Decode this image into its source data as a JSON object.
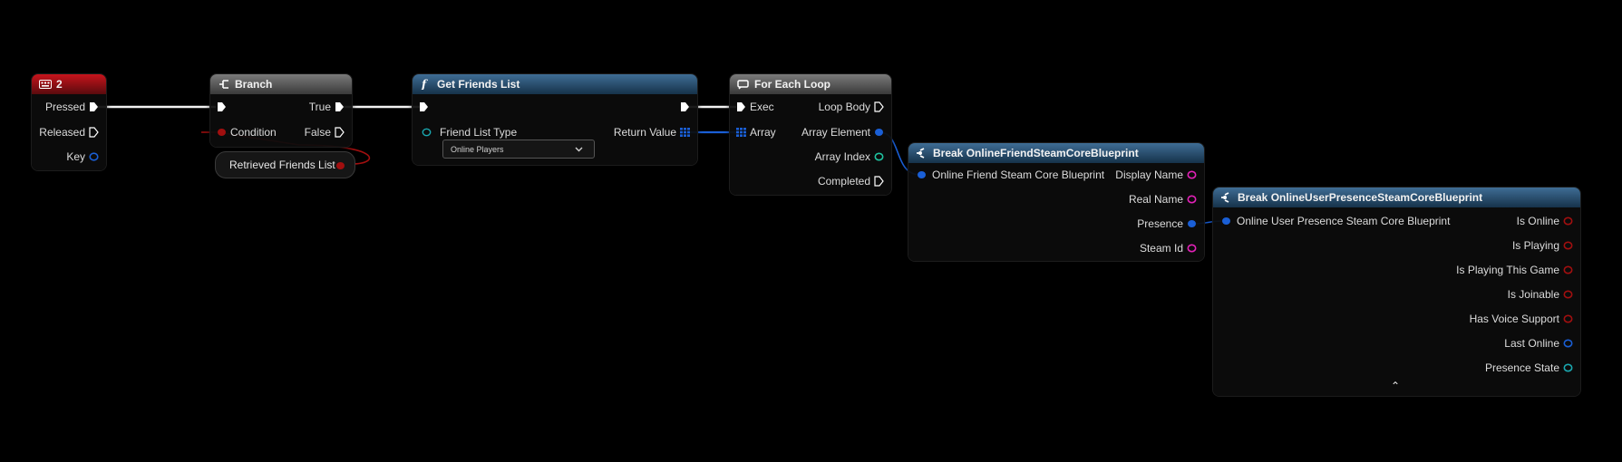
{
  "nodes": {
    "key_event": {
      "title": "2",
      "pins": {
        "pressed": "Pressed",
        "released": "Released",
        "key": "Key"
      }
    },
    "branch": {
      "title": "Branch",
      "pins": {
        "condition": "Condition",
        "true": "True",
        "false": "False"
      }
    },
    "retrieved_var": {
      "label": "Retrieved Friends List"
    },
    "get_friends": {
      "title": "Get Friends List",
      "friend_list_type": "Friend List Type",
      "dropdown_value": "Online Players",
      "return_value": "Return Value"
    },
    "for_each": {
      "title": "For Each Loop",
      "pins": {
        "exec": "Exec",
        "array": "Array",
        "loop_body": "Loop Body",
        "array_element": "Array Element",
        "array_index": "Array Index",
        "completed": "Completed"
      }
    },
    "break_friend": {
      "title": "Break OnlineFriendSteamCoreBlueprint",
      "input": "Online Friend Steam Core Blueprint",
      "pins": {
        "display_name": "Display Name",
        "real_name": "Real Name",
        "presence": "Presence",
        "steam_id": "Steam Id"
      }
    },
    "break_presence": {
      "title": "Break OnlineUserPresenceSteamCoreBlueprint",
      "input": "Online User Presence Steam Core Blueprint",
      "pins": {
        "is_online": "Is Online",
        "is_playing": "Is Playing",
        "is_playing_this_game": "Is Playing This Game",
        "is_joinable": "Is Joinable",
        "has_voice_support": "Has Voice Support",
        "last_online": "Last Online",
        "presence_state": "Presence State"
      },
      "collapse_glyph": "⌃"
    }
  },
  "colors": {
    "exec": "#ffffff",
    "bool": "#a10f0f",
    "struct": "#1a5fd6",
    "string": "#e321b8",
    "int": "#1fc3a0",
    "object": "#1aa8b0"
  },
  "icons": {
    "key_event": "keyboard-icon",
    "branch": "branch-icon",
    "function": "function-icon",
    "loop": "loop-icon",
    "break": "break-struct-icon",
    "dropdown": "chevron-down-icon"
  }
}
